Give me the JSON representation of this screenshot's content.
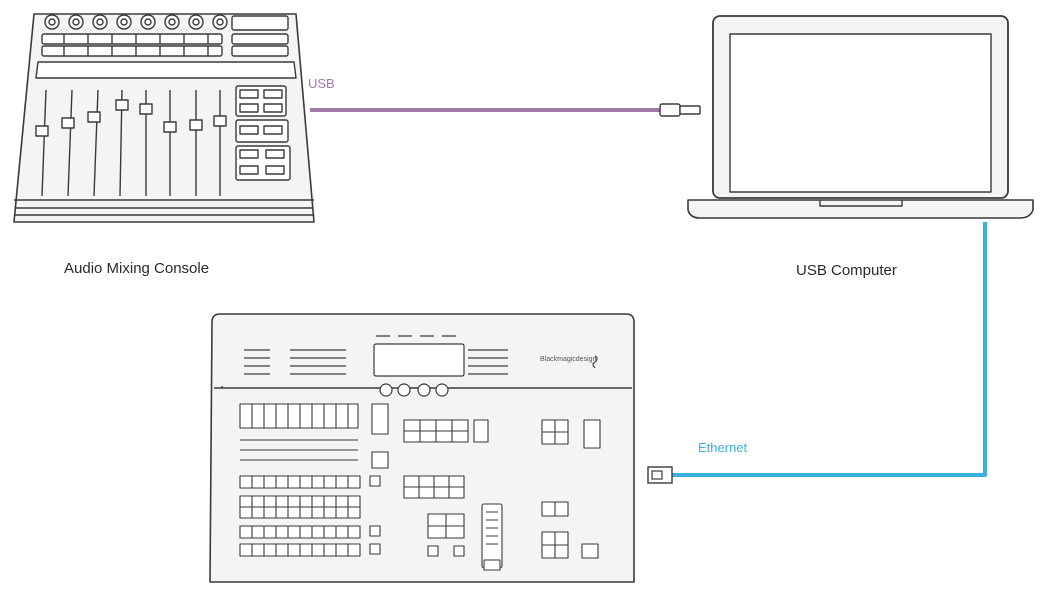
{
  "devices": {
    "mixer_label": "Audio Mixing Console",
    "computer_label": "USB Computer",
    "switcher_brand": "Blackmagicdesign"
  },
  "connections": {
    "usb_label": "USB",
    "ethernet_label": "Ethernet"
  },
  "colors": {
    "usb": "#a07ba8",
    "ethernet": "#3ab0de",
    "outline": "#3a3a3a",
    "fill": "#f4f4f4"
  }
}
